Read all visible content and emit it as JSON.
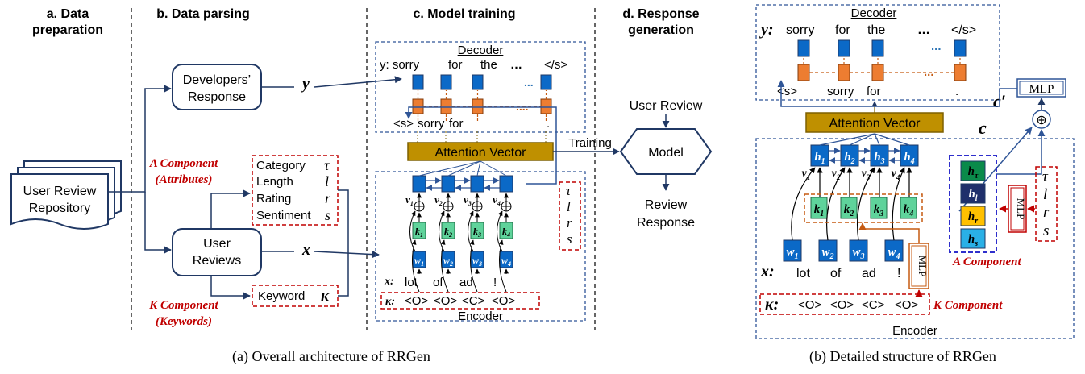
{
  "stages": {
    "a_line1": "a. Data",
    "a_line2": "preparation",
    "b": "b. Data parsing",
    "c": "c. Model training",
    "d_line1": "d. Response",
    "d_line2": "generation"
  },
  "left": {
    "repo_line1": "User Review",
    "repo_line2": "Repository",
    "dev_line1": "Developers’",
    "dev_line2": "Response",
    "user_line1": "User",
    "user_line2": "Reviews",
    "y": "y",
    "x": "x",
    "a_comp_line1": "A Component",
    "a_comp_line2": "(Attributes)",
    "k_comp_line1": "K Component",
    "k_comp_line2": "(Keywords)",
    "attr_category": "Category",
    "attr_length": "Length",
    "attr_rating": "Rating",
    "attr_sentiment": "Sentiment",
    "sym_tau": "τ",
    "sym_l": "l",
    "sym_r": "r",
    "sym_s": "s",
    "keyword": "Keyword",
    "sym_kappa": "κ"
  },
  "model_training": {
    "decoder": "Decoder",
    "encoder": "Encoder",
    "attention": "Attention Vector",
    "y_label": "y: sorry",
    "y_words": [
      "for",
      "the",
      "…",
      "</s>"
    ],
    "dec_inputs": [
      "<s>",
      "sorry",
      "for",
      "."
    ],
    "x_label": "x:",
    "x_words": [
      "lot",
      "of",
      "ad",
      "!"
    ],
    "kappa_label": "κ:",
    "kappa_tags": [
      "<O>",
      "<O>",
      "<C>",
      "<O>"
    ],
    "v": [
      "v1",
      "v2",
      "v3",
      "v4"
    ],
    "k": [
      "k1",
      "k2",
      "k3",
      "k4"
    ],
    "w": [
      "w1",
      "w2",
      "w3",
      "w4"
    ]
  },
  "response_gen": {
    "training": "Training",
    "user_review": "User Review",
    "model": "Model",
    "review_line1": "Review",
    "review_line2": "Response"
  },
  "detail": {
    "decoder": "Decoder",
    "encoder": "Encoder",
    "attention": "Attention Vector",
    "y_label": "y:",
    "y_words": [
      "sorry",
      "for",
      "the",
      "…",
      "</s>"
    ],
    "dec_inputs": [
      "<s>",
      "sorry",
      "for",
      "."
    ],
    "c_prime": "c′",
    "c": "c",
    "mlp": "MLP",
    "oplus": "⊕",
    "h": [
      "h1",
      "h2",
      "h3",
      "h4"
    ],
    "k": [
      "k1",
      "k2",
      "k3",
      "k4"
    ],
    "w": [
      "w1",
      "w2",
      "w3",
      "w4"
    ],
    "v": [
      "v1",
      "v2",
      "v3",
      "v4"
    ],
    "x_label": "x:",
    "x_words": [
      "lot",
      "of",
      "ad",
      "!"
    ],
    "kappa_label": "κ:",
    "kappa_tags": [
      "<O>",
      "<O>",
      "<C>",
      "<O>"
    ],
    "k_component": "K Component",
    "a_component": "A Component",
    "attr_h": [
      "hτ",
      "hl",
      "hr",
      "hs"
    ],
    "attr_syms": [
      "τ",
      "l",
      "r",
      "s"
    ]
  },
  "captions": {
    "a": "(a) Overall architecture of RRGen",
    "b": "(b) Detailed structure of RRGen"
  },
  "colors": {
    "blue": "#0b69c7",
    "orange": "#ed7d31",
    "green": "#5fd39b",
    "gold": "#bf9000",
    "red": "#c00000",
    "h_tau": "#0a8a4a",
    "h_l": "#1f2f6b",
    "h_r": "#ffc000",
    "h_s": "#2ab0e6"
  }
}
